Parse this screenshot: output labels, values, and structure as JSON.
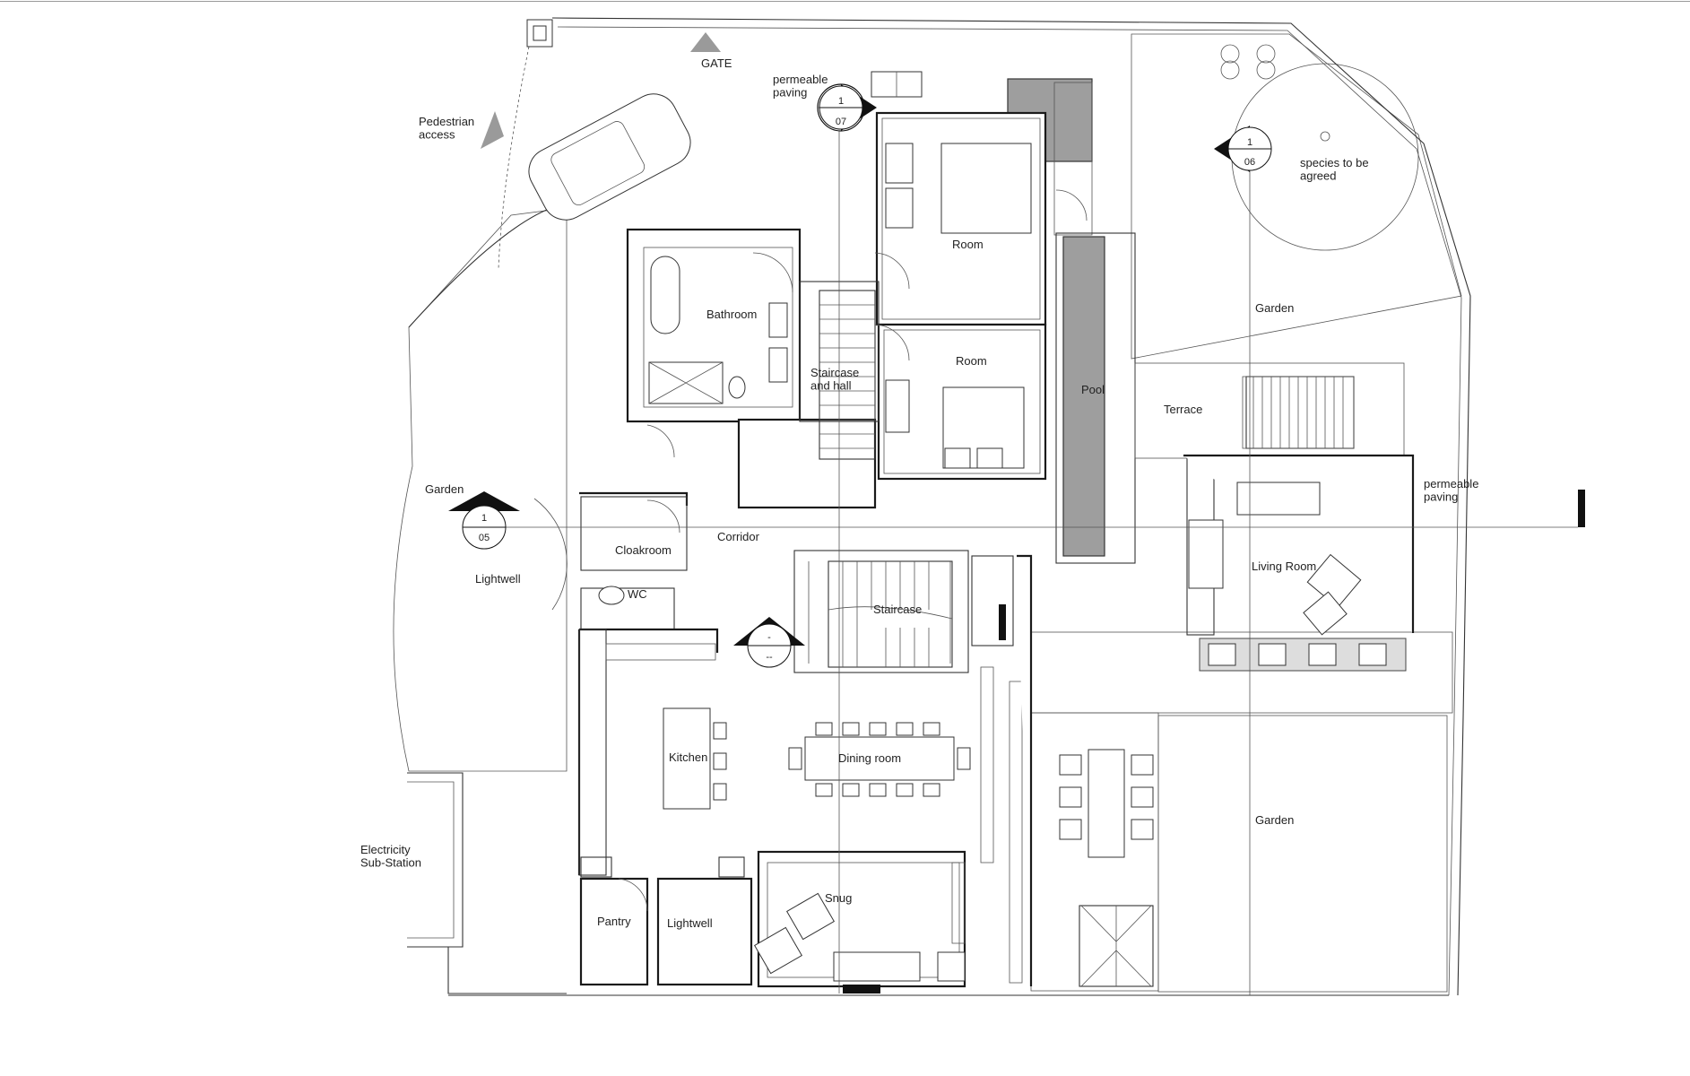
{
  "labels": {
    "gate": "GATE",
    "pedestrian_access": "Pedestrian\naccess",
    "permeable_paving_top": "permeable\npaving",
    "permeable_paving_right": "permeable\npaving",
    "species": "species to be\nagreed",
    "room_upper": "Room",
    "room_lower": "Room",
    "bathroom": "Bathroom",
    "staircase_hall": "Staircase\nand hall",
    "pool": "Pool",
    "terrace": "Terrace",
    "garden_ne": "Garden",
    "garden_west": "Garden",
    "garden_se": "Garden",
    "corridor": "Corridor",
    "cloakroom": "Cloakroom",
    "wc": "WC",
    "lightwell_west": "Lightwell",
    "staircase": "Staircase",
    "living_room": "Living Room",
    "kitchen": "Kitchen",
    "dining_room": "Dining room",
    "electricity": "Electricity\nSub-Station",
    "snug": "Snug",
    "pantry": "Pantry",
    "lightwell_south": "Lightwell"
  },
  "section_markers": [
    {
      "num": "1",
      "sheet": "07"
    },
    {
      "num": "1",
      "sheet": "06"
    },
    {
      "num": "1",
      "sheet": "05"
    },
    {
      "num": "-",
      "sheet": "--"
    }
  ]
}
